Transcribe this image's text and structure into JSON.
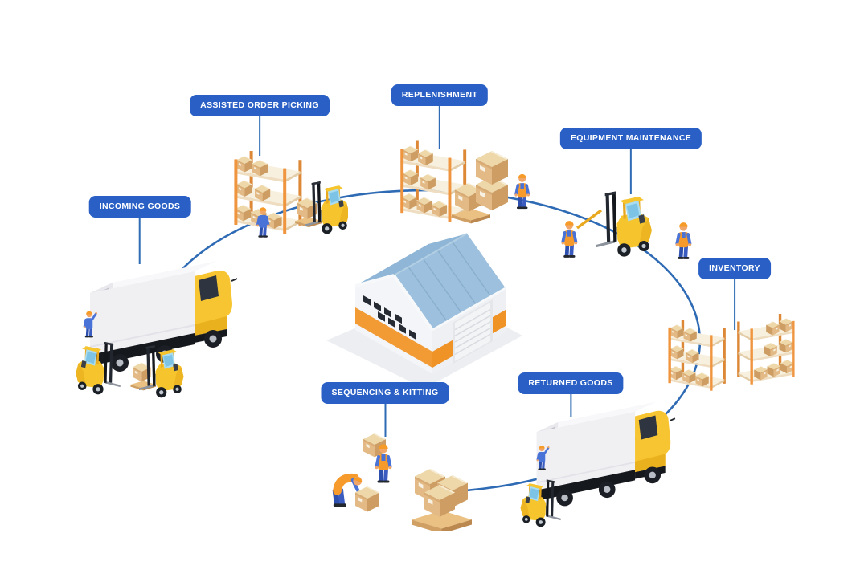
{
  "colors": {
    "badge_blue": "#2a60c5",
    "path_blue": "#2f6bb4",
    "background": "#ffffff"
  },
  "stations": [
    {
      "id": "incoming-goods",
      "label": "INCOMING GOODS",
      "illustration": "truck-unloading-with-forklifts"
    },
    {
      "id": "assisted-order-picking",
      "label": "ASSISTED ORDER PICKING",
      "illustration": "rack-with-forklift-picking"
    },
    {
      "id": "replenishment",
      "label": "REPLENISHMENT",
      "illustration": "rack-restocking-worker"
    },
    {
      "id": "equipment-maintenance",
      "label": "EQUIPMENT MAINTENANCE",
      "illustration": "forklift-repair-workers"
    },
    {
      "id": "inventory",
      "label": "INVENTORY",
      "illustration": "double-storage-racks"
    },
    {
      "id": "returned-goods",
      "label": "RETURNED GOODS",
      "illustration": "truck-returns-forklift"
    },
    {
      "id": "sequencing-kitting",
      "label": "SEQUENCING & KITTING",
      "illustration": "workers-packing-pallet"
    }
  ],
  "center": {
    "illustration": "warehouse-building"
  }
}
